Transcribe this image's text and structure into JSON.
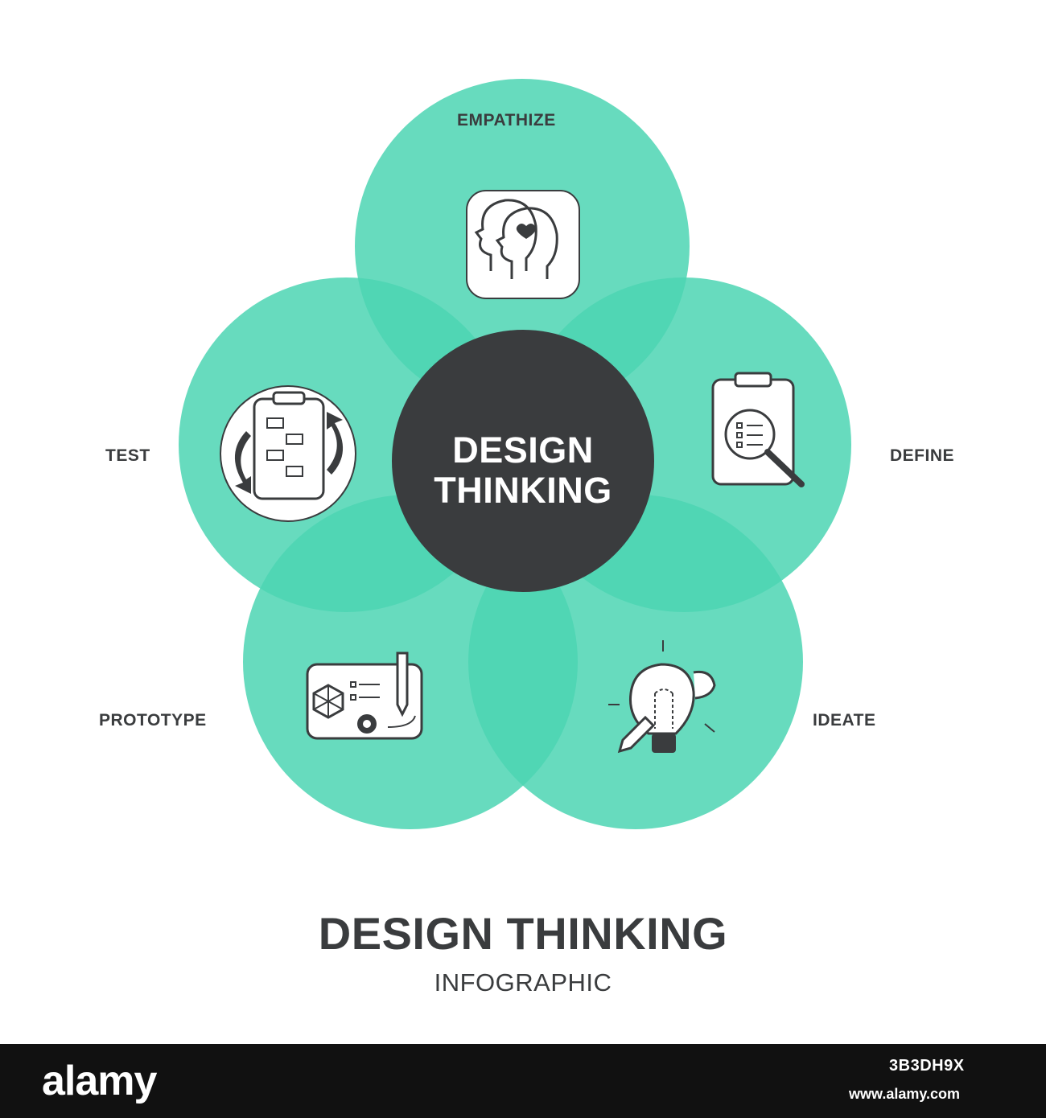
{
  "colors": {
    "petal": "#4cd5b3",
    "overlap": "#3fbf9e",
    "center": "#3a3c3e",
    "text": "#3a3c3e",
    "bar": "#111111"
  },
  "stages": {
    "empathize": {
      "label": "EMPATHIZE",
      "icon": "empathy-heads-icon"
    },
    "define": {
      "label": "DEFINE",
      "icon": "clipboard-magnifier-icon"
    },
    "ideate": {
      "label": "IDEATE",
      "icon": "lightbulb-pencil-icon"
    },
    "prototype": {
      "label": "PROTOTYPE",
      "icon": "blueprint-gear-icon"
    },
    "test": {
      "label": "TEST",
      "icon": "flowchart-cycle-icon"
    }
  },
  "center": {
    "line1": "DESIGN",
    "line2": "THINKING"
  },
  "footer": {
    "title": "DESIGN THINKING",
    "subtitle": "INFOGRAPHIC"
  },
  "watermark": {
    "brand": "alamy",
    "image_id": "3B3DH9X",
    "url": "www.alamy.com"
  }
}
